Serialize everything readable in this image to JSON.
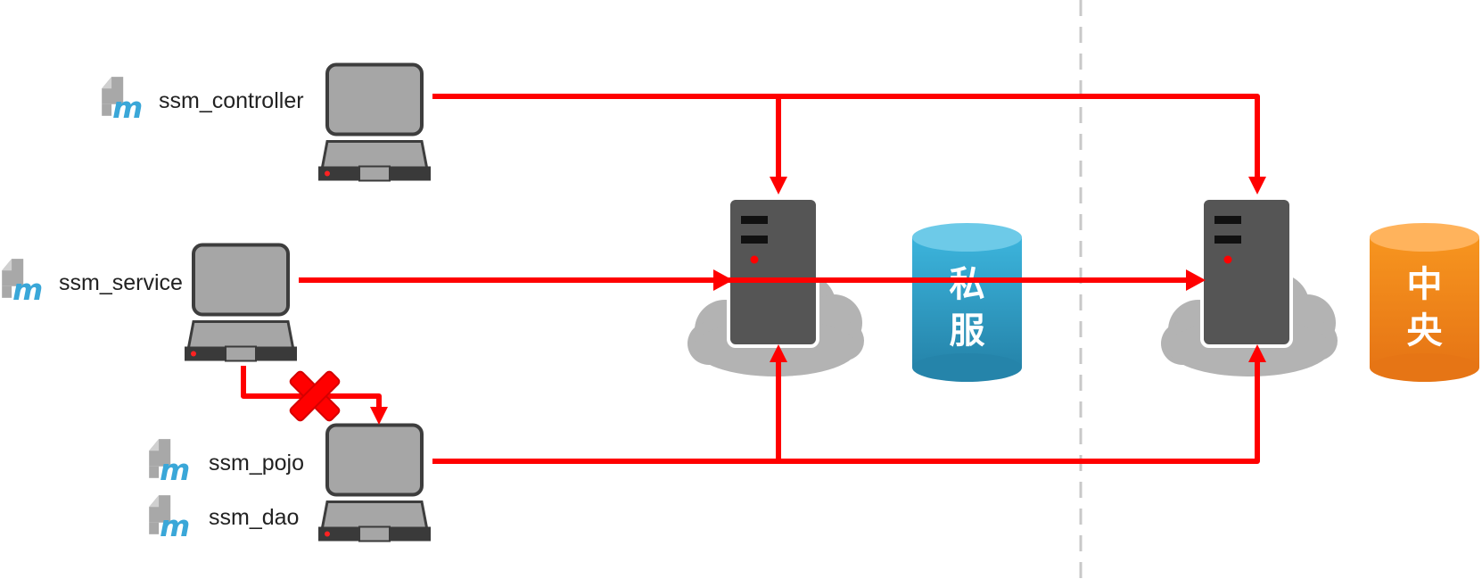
{
  "modules": {
    "controller": "ssm_controller",
    "service": "ssm_service",
    "pojo": "ssm_pojo",
    "dao": "ssm_dao"
  },
  "repositories": {
    "private": {
      "char1": "私",
      "char2": "服"
    },
    "central": {
      "char1": "中",
      "char2": "央"
    }
  },
  "colors": {
    "arrow": "#ff0000",
    "private_db": "#2c9cc4",
    "central_db": "#f08a1e",
    "server": "#555555",
    "laptop": "#a6a6a6",
    "cloud": "#b3b3b3",
    "divider": "#c8c8c8",
    "maven_icon": "#3aa7d8"
  },
  "icons": {
    "module": "maven-module-icon",
    "workstation": "laptop-icon",
    "server": "server-tower-icon",
    "network": "cloud-icon",
    "database": "database-cylinder-icon",
    "blocked": "red-cross-icon"
  }
}
